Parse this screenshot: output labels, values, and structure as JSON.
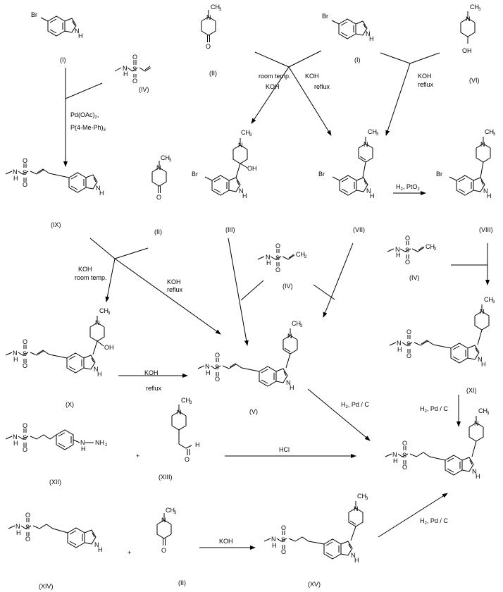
{
  "compounds": {
    "I": "(I)",
    "II": "(II)",
    "III": "(III)",
    "IV": "(IV)",
    "V": "(V)",
    "VI": "(VI)",
    "VII": "(VII)",
    "VIII": "(VIII)",
    "IX": "(IX)",
    "X": "(X)",
    "XI": "(XI)",
    "XII": "(XII)",
    "XIII": "(XIII)",
    "XIV": "(XIV)",
    "XV": "(XV)"
  },
  "conditions": {
    "pd_oac": "Pd(OAc)",
    "pd_oac_sub": "2",
    "p_tol": "P(4-Me-Ph)",
    "p_tol_sub": "3",
    "room_temp": "room temp.",
    "koh": "KOH",
    "reflux": "reflux",
    "h2_pto2": "H",
    "h2_pto2_rest": ", PtO",
    "h2_pto2_sub1": "2",
    "h2_pto2_sub2": "2",
    "h2_pdc": "H",
    "h2_pdc_rest": ", Pd / C",
    "h2_sub": "2",
    "hcl": "HCl",
    "plus": "+"
  },
  "atoms": {
    "br": "Br",
    "n": "N",
    "h": "H",
    "o": "O",
    "oh": "OH",
    "s": "S",
    "ch3": "CH",
    "ch2": "CH",
    "sub3": "3",
    "sub2": "2",
    "nh": "N",
    "nh2": "NH"
  }
}
